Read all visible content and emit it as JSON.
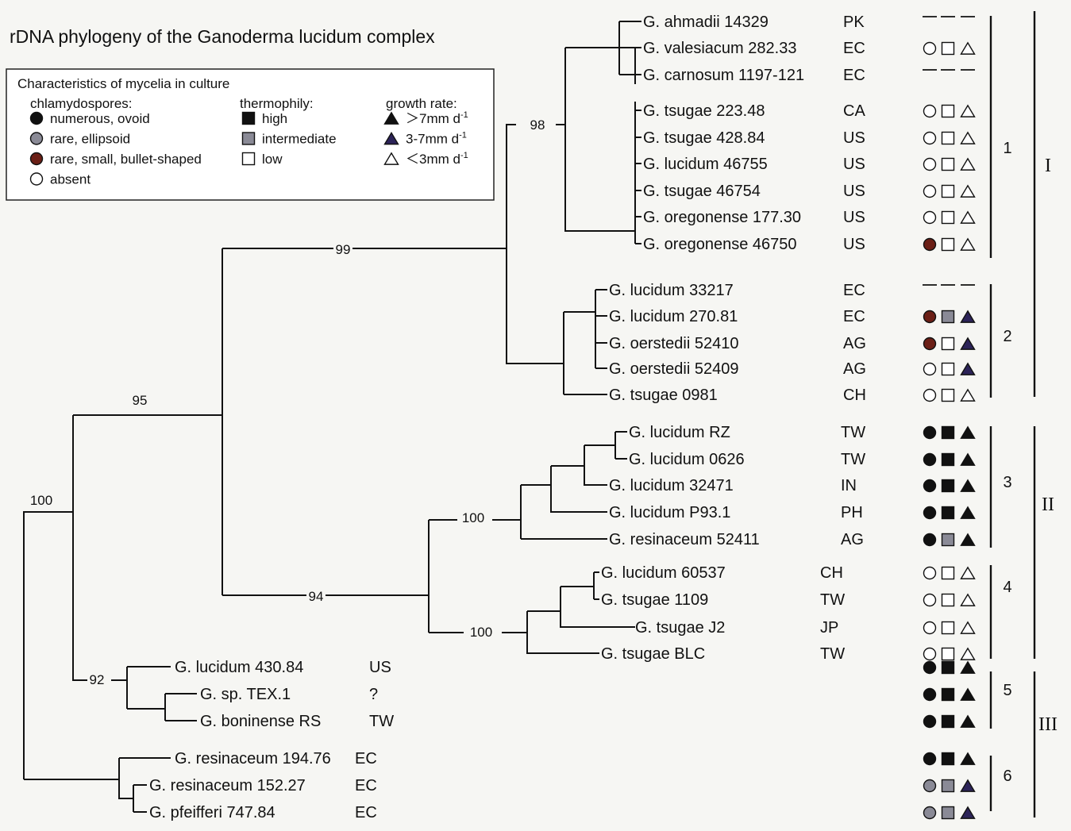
{
  "title": "rDNA phylogeny of the Ganoderma lucidum complex",
  "legend": {
    "heading": "Characteristics of mycelia in culture",
    "groups": [
      {
        "label": "chlamydospores:",
        "items": [
          {
            "shape": "circle",
            "fill": "black",
            "label": "numerous, ovoid"
          },
          {
            "shape": "circle",
            "fill": "grey",
            "label": "rare, ellipsoid"
          },
          {
            "shape": "circle",
            "fill": "brown",
            "label": "rare, small, bullet-shaped"
          },
          {
            "shape": "circle",
            "fill": "open",
            "label": "absent"
          }
        ]
      },
      {
        "label": "thermophily:",
        "items": [
          {
            "shape": "square",
            "fill": "black",
            "label": "high"
          },
          {
            "shape": "square",
            "fill": "grey",
            "label": "intermediate"
          },
          {
            "shape": "square",
            "fill": "open",
            "label": "low"
          }
        ]
      },
      {
        "label": "growth rate:",
        "items": [
          {
            "shape": "triangle",
            "fill": "black",
            "label": "＞7mm d",
            "sup": "-1"
          },
          {
            "shape": "triangle",
            "fill": "purple",
            "label": "3-7mm d",
            "sup": "-1"
          },
          {
            "shape": "triangle",
            "fill": "open",
            "label": "＜3mm d",
            "sup": "-1"
          }
        ]
      }
    ]
  },
  "colors": {
    "black": "#111111",
    "grey": "#8a8a96",
    "brown": "#6b1f16",
    "purple": "#2c2358",
    "open": "#ffffff"
  },
  "taxa": [
    {
      "name": "G. ahmadii 14329",
      "origin": "PK",
      "traits": null
    },
    {
      "name": "G. valesiacum 282.33",
      "origin": "EC",
      "traits": [
        "open",
        "open",
        "open"
      ]
    },
    {
      "name": "G. carnosum 1197-121",
      "origin": "EC",
      "traits": null
    },
    {
      "name": "G. tsugae 223.48",
      "origin": "CA",
      "traits": [
        "open",
        "open",
        "open"
      ]
    },
    {
      "name": "G. tsugae 428.84",
      "origin": "US",
      "traits": [
        "open",
        "open",
        "open"
      ]
    },
    {
      "name": "G. lucidum 46755",
      "origin": "US",
      "traits": [
        "open",
        "open",
        "open"
      ]
    },
    {
      "name": "G. tsugae 46754",
      "origin": "US",
      "traits": [
        "open",
        "open",
        "open"
      ]
    },
    {
      "name": "G. oregonense 177.30",
      "origin": "US",
      "traits": [
        "open",
        "open",
        "open"
      ]
    },
    {
      "name": "G. oregonense 46750",
      "origin": "US",
      "traits": [
        "brown",
        "open",
        "open"
      ]
    },
    {
      "name": "G. lucidum 33217",
      "origin": "EC",
      "traits": null
    },
    {
      "name": "G. lucidum 270.81",
      "origin": "EC",
      "traits": [
        "brown",
        "grey",
        "purple"
      ]
    },
    {
      "name": "G. oerstedii 52410",
      "origin": "AG",
      "traits": [
        "brown",
        "open",
        "purple"
      ]
    },
    {
      "name": "G. oerstedii 52409",
      "origin": "AG",
      "traits": [
        "open",
        "open",
        "purple"
      ]
    },
    {
      "name": "G. tsugae 0981",
      "origin": "CH",
      "traits": [
        "open",
        "open",
        "open"
      ]
    },
    {
      "name": "G. lucidum RZ",
      "origin": "TW",
      "traits": [
        "black",
        "black",
        "black"
      ]
    },
    {
      "name": "G. lucidum 0626",
      "origin": "TW",
      "traits": [
        "black",
        "black",
        "black"
      ]
    },
    {
      "name": "G. lucidum 32471",
      "origin": "IN",
      "traits": [
        "black",
        "black",
        "black"
      ]
    },
    {
      "name": "G. lucidum P93.1",
      "origin": "PH",
      "traits": [
        "black",
        "black",
        "black"
      ]
    },
    {
      "name": "G. resinaceum 52411",
      "origin": "AG",
      "traits": [
        "black",
        "grey",
        "black"
      ]
    },
    {
      "name": "G. lucidum 60537",
      "origin": "CH",
      "traits": [
        "open",
        "open",
        "open"
      ]
    },
    {
      "name": "G. tsugae 1109",
      "origin": "TW",
      "traits": [
        "open",
        "open",
        "open"
      ]
    },
    {
      "name": "G. tsugae J2",
      "origin": "JP",
      "traits": [
        "open",
        "open",
        "open"
      ]
    },
    {
      "name": "G. tsugae BLC",
      "origin": "TW",
      "traits": [
        "open",
        "open",
        "open"
      ]
    },
    {
      "name": "G. lucidum 430.84",
      "origin": "US",
      "traits": [
        "black",
        "black",
        "black"
      ]
    },
    {
      "name": "G. sp. TEX.1",
      "origin": "?",
      "traits": [
        "black",
        "black",
        "black"
      ]
    },
    {
      "name": "G. boninense RS",
      "origin": "TW",
      "traits": [
        "black",
        "black",
        "black"
      ]
    },
    {
      "name": "G. resinaceum 194.76",
      "origin": "EC",
      "traits": [
        "black",
        "black",
        "black"
      ]
    },
    {
      "name": "G. resinaceum 152.27",
      "origin": "EC",
      "traits": [
        "grey",
        "grey",
        "purple"
      ]
    },
    {
      "name": "G. pfeifferi 747.84",
      "origin": "EC",
      "traits": [
        "grey",
        "grey",
        "purple"
      ]
    }
  ],
  "bootstrap": [
    "98",
    "99",
    "95",
    "100",
    "100",
    "94",
    "100",
    "92"
  ],
  "clades": [
    "1",
    "2",
    "3",
    "4",
    "5",
    "6"
  ],
  "groups": [
    "I",
    "II",
    "III"
  ]
}
